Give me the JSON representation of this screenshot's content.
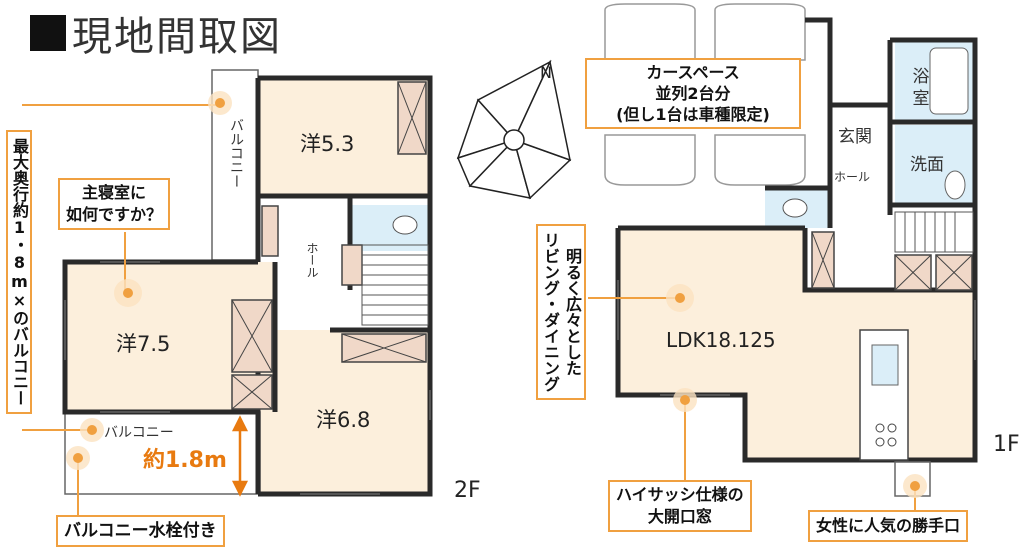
{
  "title": "現地間取図",
  "floors": {
    "second": "2F",
    "first": "1F"
  },
  "rooms_2f": {
    "room_a": "洋5.3",
    "room_b": "洋7.5",
    "room_c": "洋6.8",
    "balcony_top": "バルコニー",
    "balcony_bottom": "バルコニー",
    "hall": "ホール",
    "dimension": "約1.8m"
  },
  "rooms_1f": {
    "ldk": "LDK18.125",
    "bath": "浴室",
    "entrance": "玄関",
    "washroom": "洗面",
    "hall": "ホール"
  },
  "callouts": {
    "balcony_depth": "最大奥行約1・8m×のバルコニー",
    "master_bedroom": "主寝室に\n如何ですか？",
    "balcony_faucet": "バルコニー水栓付き",
    "carport": "カースペース\n並列2台分\n(但し1台は車種限定)",
    "bright_living": "明るく広々とした\nリビング・ダイニング",
    "high_sash": "ハイサッシ仕様の\n大開口窓",
    "back_door": "女性に人気の勝手口"
  },
  "colors": {
    "floor_fill": "#fcefdc",
    "wall": "#2a2a2a",
    "accent": "#f0a040",
    "wet_area": "#dbeef8"
  }
}
